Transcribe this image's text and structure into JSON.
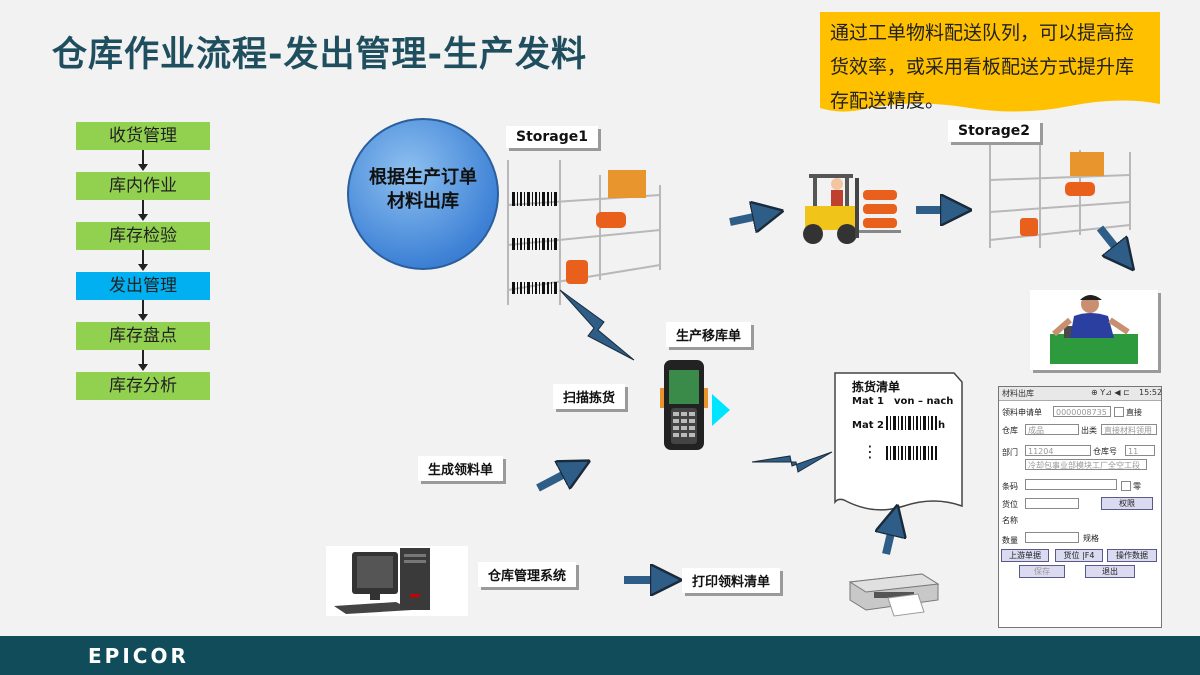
{
  "title": "仓库作业流程-发出管理-生产发料",
  "note": "通过工单物料配送队列，可以提高捡货效率，或采用看板配送方式提升库存配送精度。",
  "steps": [
    "收货管理",
    "库内作业",
    "库存检验",
    "发出管理",
    "库存盘点",
    "库存分析"
  ],
  "active_step_index": 3,
  "circle_text": "根据生产订单材料出库",
  "labels": {
    "storage1": "Storage1",
    "storage2": "Storage2",
    "production_transfer": "生产移库单",
    "scan_pick": "扫描拣货",
    "generate_issue": "生成领料单",
    "wms": "仓库管理系统",
    "print_issue": "打印领料清单"
  },
  "pick_list": {
    "title": "拣货清单",
    "row1_item": "Mat 1",
    "row1_text": "von – nach",
    "row2_item": "Mat 2",
    "row2_suffix": "h",
    "ellipsis": "⋮"
  },
  "phone": {
    "app_title": "材料出库",
    "status_icons": "⊕ Y⊿ ◀ ⊏",
    "time": "15:52",
    "req_label": "领料申请单",
    "req_value": "0000008735",
    "direct_label": "直接",
    "warehouse_label": "仓库",
    "warehouse_value": "成品",
    "out_type_label": "出类",
    "out_type_value": "直接材料领用",
    "dept_label": "部门",
    "dept_value": "11204",
    "wh_no_label": "仓库号",
    "wh_no_value": "11",
    "dept_name_value": "冷却包事业部模块工厂全空工段",
    "barcode_label": "条码",
    "zero_label": "零",
    "location_label": "货位",
    "perm_button": "权限",
    "name_label": "名称",
    "qty_label": "数量",
    "spec_label": "规格",
    "btn_upstream": "上游单据",
    "btn_location": "货位 |F4",
    "btn_opdata": "操作数据",
    "btn_save": "保存",
    "btn_exit": "退出"
  },
  "footer_logo": "EPICOR",
  "colors": {
    "title": "#1f4e5f",
    "step": "#92d050",
    "step_active": "#00b0f0",
    "note": "#ffc000",
    "footer": "#114c5a",
    "arrow": "#2e5d87"
  }
}
